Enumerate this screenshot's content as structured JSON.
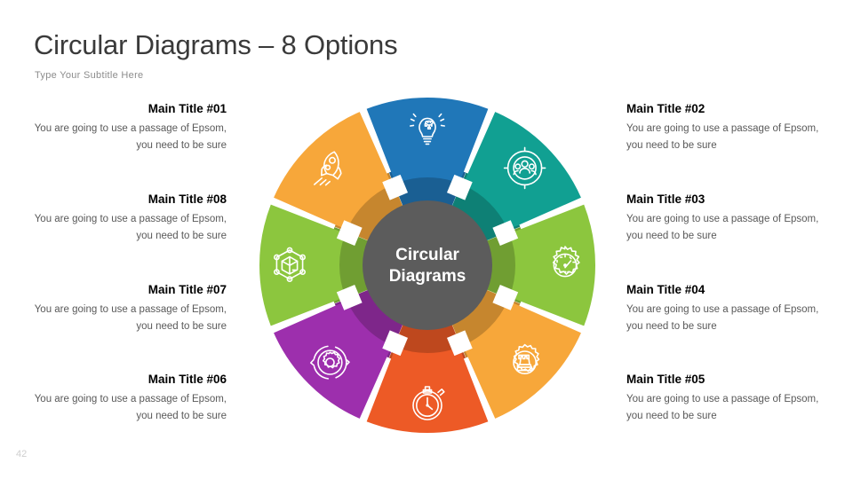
{
  "header": {
    "title": "Circular Diagrams – 8 Options",
    "subtitle": "Type Your Subtitle Here"
  },
  "footer": {
    "page_number": "42"
  },
  "hub": {
    "line1": "Circular",
    "line2": "Diagrams",
    "fill": "#5c5c5c",
    "text_color": "#ffffff"
  },
  "body_text": "You are going to use a passage of Epsom, you need to be sure",
  "options": [
    {
      "id": "01",
      "title": "Main Title #01",
      "body": "You are going to use a passage of Epsom, you need to be sure",
      "color": "#2077b8",
      "icon": "lightbulb-puzzle-icon",
      "side": "left",
      "row": 1,
      "segment_index": 0
    },
    {
      "id": "02",
      "title": "Main Title #02",
      "body": "You are going to use a passage of Epsom, you need to be sure",
      "color": "#11a092",
      "icon": "people-group-target-icon",
      "side": "right",
      "row": 1,
      "segment_index": 1
    },
    {
      "id": "03",
      "title": "Main Title #03",
      "body": "You are going to use a passage of Epsom, you need to be sure",
      "color": "#8cc63e",
      "icon": "gauge-gear-icon",
      "side": "right",
      "row": 2,
      "segment_index": 2
    },
    {
      "id": "04",
      "title": "Main Title #04",
      "body": "You are going to use a passage of Epsom, you need to be sure",
      "color": "#f7a73a",
      "icon": "chess-rook-gear-icon",
      "side": "right",
      "row": 3,
      "segment_index": 3
    },
    {
      "id": "05",
      "title": "Main Title #05",
      "body": "You are going to use a passage of Epsom, you need to be sure",
      "color": "#ed5a26",
      "icon": "stopwatch-icon",
      "side": "right",
      "row": 4,
      "segment_index": 4
    },
    {
      "id": "06",
      "title": "Main Title #06",
      "body": "You are going to use a passage of Epsom, you need to be sure",
      "color": "#9d2fad",
      "icon": "gear-cycle-icon",
      "side": "left",
      "row": 4,
      "segment_index": 5
    },
    {
      "id": "07",
      "title": "Main Title #07",
      "body": "You are going to use a passage of Epsom, you need to be sure",
      "color": "#8cc63e",
      "icon": "box-network-icon",
      "side": "left",
      "row": 3,
      "segment_index": 6
    },
    {
      "id": "08",
      "title": "Main Title #08",
      "body": "You are going to use a passage of Epsom, you need to be sure",
      "color": "#f7a73a",
      "icon": "rocket-icon",
      "side": "left",
      "row": 2,
      "segment_index": 7
    }
  ],
  "chart_data": {
    "type": "pie",
    "title": "Circular Diagrams – 8 Options",
    "subtitle": "Type Your Subtitle Here",
    "center_label": "Circular Diagrams",
    "donut": true,
    "equal_slices": true,
    "slice_count": 8,
    "slice_value_each": 12.5,
    "legend_position": "split-left-right",
    "grid": false,
    "categories": [
      "Main Title #01",
      "Main Title #02",
      "Main Title #03",
      "Main Title #04",
      "Main Title #05",
      "Main Title #06",
      "Main Title #07",
      "Main Title #08"
    ],
    "values": [
      12.5,
      12.5,
      12.5,
      12.5,
      12.5,
      12.5,
      12.5,
      12.5
    ],
    "colors": [
      "#2077b8",
      "#11a092",
      "#8cc63e",
      "#f7a73a",
      "#ed5a26",
      "#9d2fad",
      "#8cc63e",
      "#f7a73a"
    ]
  }
}
